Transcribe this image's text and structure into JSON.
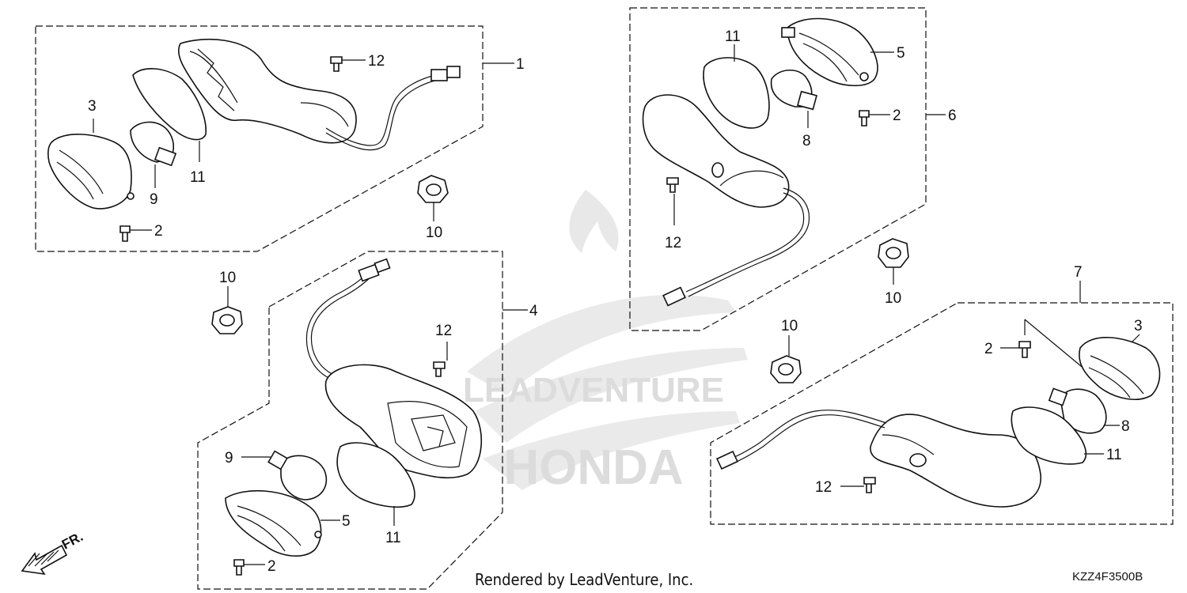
{
  "diagram": {
    "callouts": {
      "c1": "1",
      "c2a": "2",
      "c3a": "3",
      "c9a": "9",
      "c11a": "11",
      "c12a": "12",
      "c10a": "10",
      "c4": "4",
      "c10b": "10",
      "c12b": "12",
      "c9b": "9",
      "c5a": "5",
      "c11b": "11",
      "c2b": "2",
      "c6": "6",
      "c11c": "11",
      "c5b": "5",
      "c2c": "2",
      "c8a": "8",
      "c12c": "12",
      "c10c": "10",
      "c7": "7",
      "c10d": "10",
      "c2d": "2",
      "c3b": "3",
      "c8b": "8",
      "c11d": "11",
      "c12d": "12"
    },
    "watermark": {
      "line1": "LEADVENTURE",
      "line2": "HONDA"
    },
    "direction_label": "FR.",
    "footer": "Rendered by LeadVenture, Inc.",
    "diagram_code": "KZZ4F3500B"
  }
}
